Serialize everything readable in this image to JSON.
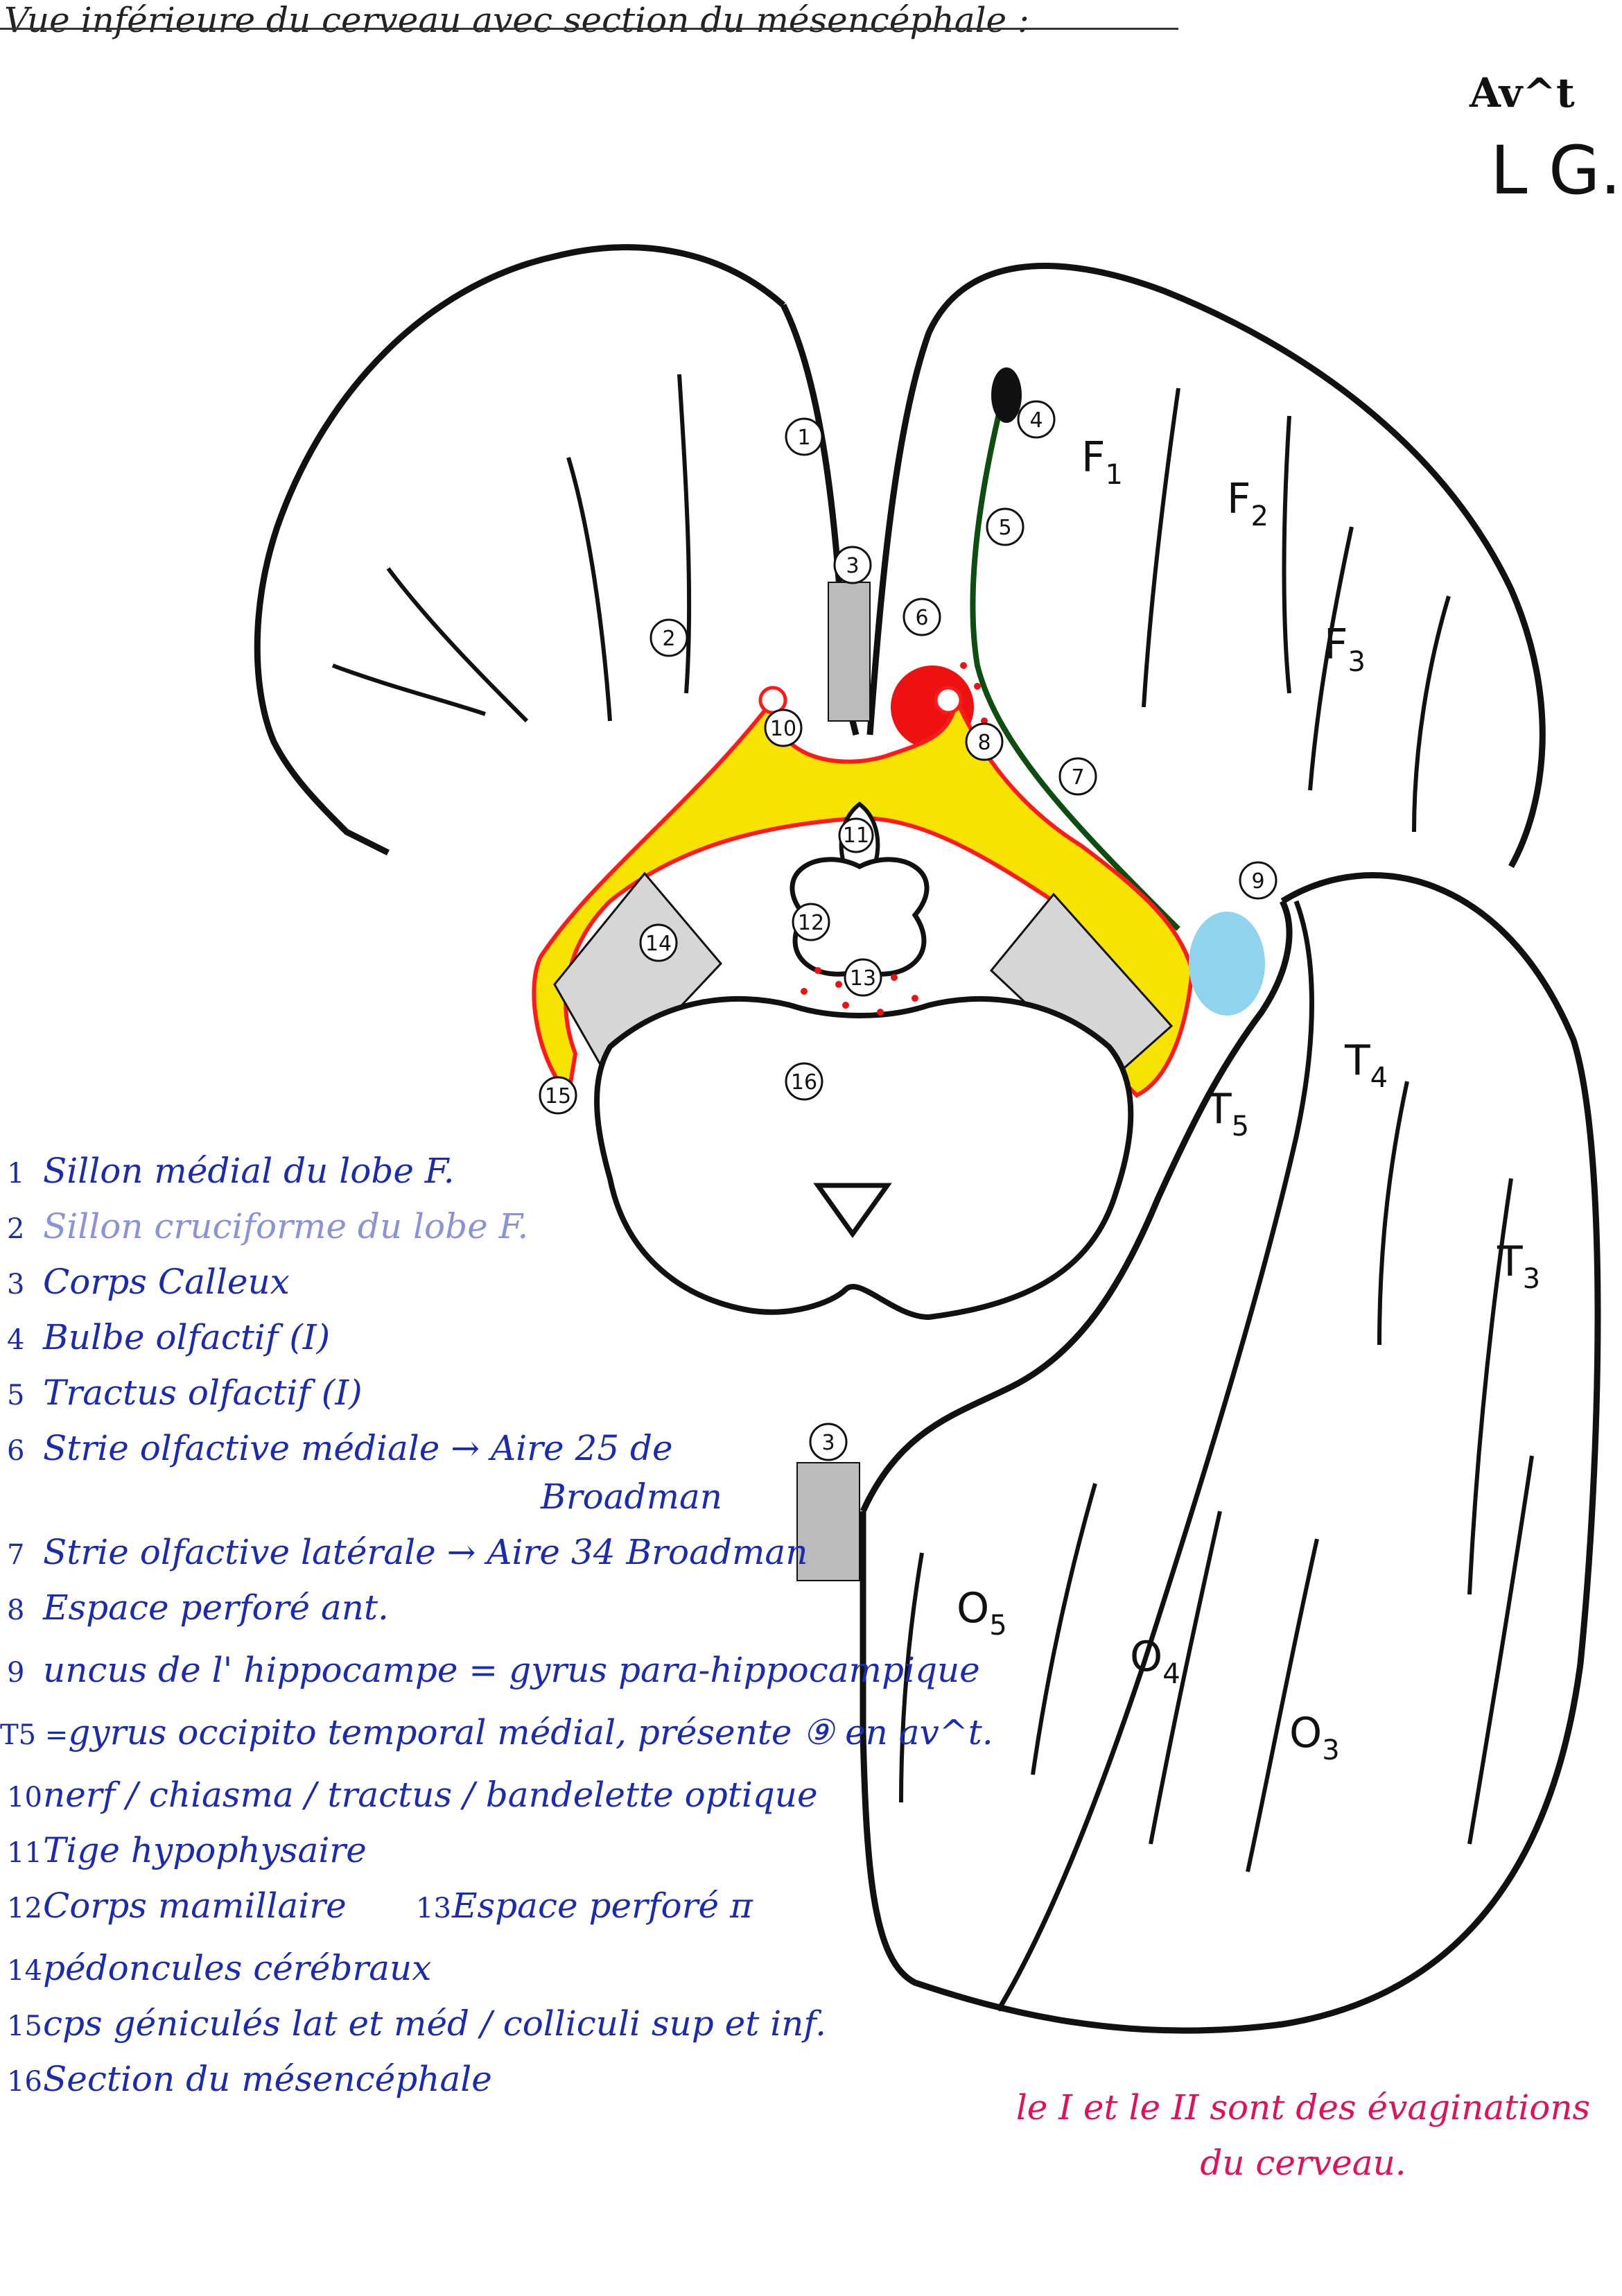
{
  "title": "Vue inférieure du cerveau avec section du mésencéphale :",
  "orientation": {
    "anterior": "Av^t",
    "side": "L G."
  },
  "lobe_labels": {
    "F1": "F",
    "F1_sub": "1",
    "F2": "F",
    "F2_sub": "2",
    "F3": "F",
    "F3_sub": "3",
    "T3": "T",
    "T3_sub": "3",
    "T4": "T",
    "T4_sub": "4",
    "T5": "T",
    "T5_sub": "5",
    "O3": "O",
    "O3_sub": "3",
    "O4": "O",
    "O4_sub": "4",
    "O5": "O",
    "O5_sub": "5"
  },
  "markers": {
    "m1": "1",
    "m2": "2",
    "m3": "3",
    "m3b": "3",
    "m4": "4",
    "m5": "5",
    "m6": "6",
    "m7": "7",
    "m8": "8",
    "m9": "9",
    "m10": "10",
    "m11": "11",
    "m12": "12",
    "m13": "13",
    "m14": "14",
    "m15": "15",
    "m16": "16"
  },
  "legend": [
    {
      "num": "1",
      "text": "Sillon médial du lobe F."
    },
    {
      "num": "2",
      "text": "Sillon cruciforme du lobe F.",
      "faded": true
    },
    {
      "num": "3",
      "text": "Corps Calleux"
    },
    {
      "num": "4",
      "text": "Bulbe olfactif (I)"
    },
    {
      "num": "5",
      "text": "Tractus olfactif (I)"
    },
    {
      "num": "6",
      "text": "Strie olfactive médiale → Aire 25 de"
    },
    {
      "num": "",
      "text": "Broadman"
    },
    {
      "num": "7",
      "text": "Strie olfactive latérale → Aire 34 Broadman"
    },
    {
      "num": "8",
      "text": "Espace perforé ant."
    },
    {
      "num": "9",
      "text": "uncus de l' hippocampe = gyrus para-hippocampique"
    },
    {
      "num": "T5 =",
      "text": "gyrus occipito temporal médial, présente ⑨ en av^t."
    },
    {
      "num": "10",
      "text": "nerf / chiasma / tractus / bandelette optique"
    },
    {
      "num": "11",
      "text": "Tige hypophysaire"
    },
    {
      "num": "12",
      "text": "Corps mamillaire"
    },
    {
      "num": "13",
      "text": "Espace perforé π",
      "inline_num": "13"
    },
    {
      "num": "14",
      "text": "pédoncules cérébraux"
    },
    {
      "num": "15",
      "text": "cps géniculés lat et méd / colliculi sup et inf."
    },
    {
      "num": "16",
      "text": "Section du mésencéphale"
    }
  ],
  "note": "le I et le II sont des évaginations du cerveau.",
  "colors": {
    "ink": "#111111",
    "legend": "#1a2bb0",
    "note": "#e0105a",
    "chiasma": "#f6e400",
    "chiasma_border": "#ff1a1a",
    "tract": "#0e4d10",
    "uncus": "#8fd3ee",
    "red_fill": "#ee1111"
  }
}
